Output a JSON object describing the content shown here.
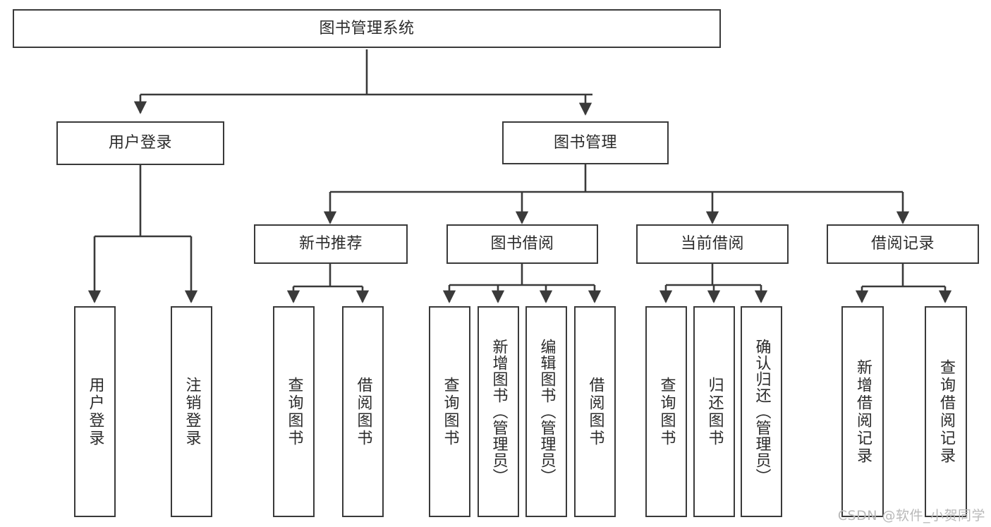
{
  "diagram": {
    "type": "tree-hierarchy-chart",
    "title": "图书管理系统",
    "line_color": "#3a3a3a",
    "box_fill": "#ffffff",
    "text_color": "#2b2b2b",
    "watermark": "CSDN @软件_小贺同学",
    "levels": {
      "root": {
        "label": "图书管理系统"
      },
      "level2": [
        {
          "label": "用户登录"
        },
        {
          "label": "图书管理"
        }
      ],
      "level3": [
        {
          "label": "新书推荐"
        },
        {
          "label": "图书借阅"
        },
        {
          "label": "当前借阅"
        },
        {
          "label": "借阅记录"
        }
      ],
      "leaves": {
        "user_login": [
          {
            "label": "用户登录"
          },
          {
            "label": "注销登录"
          }
        ],
        "new_book_recommend": [
          {
            "label": "查询图书"
          },
          {
            "label": "借阅图书"
          }
        ],
        "book_borrow": [
          {
            "label": "查询图书"
          },
          {
            "label": "新增图书（管理员）"
          },
          {
            "label": "编辑图书（管理员）"
          },
          {
            "label": "借阅图书"
          }
        ],
        "current_borrow": [
          {
            "label": "查询图书"
          },
          {
            "label": "归还图书"
          },
          {
            "label": "确认归还（管理员）"
          }
        ],
        "borrow_record": [
          {
            "label": "新增借阅记录"
          },
          {
            "label": "查询借阅记录"
          }
        ]
      }
    }
  }
}
